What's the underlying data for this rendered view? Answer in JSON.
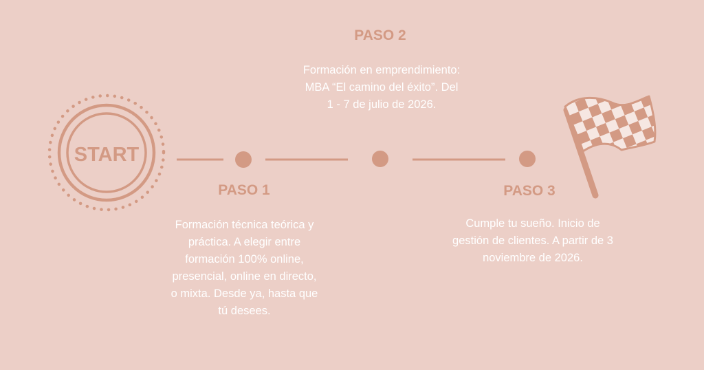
{
  "colors": {
    "background": "#eccfc7",
    "accent": "#d39a84",
    "text": "#ffffff"
  },
  "start": {
    "label": "START"
  },
  "steps": [
    {
      "title": "PASO 1",
      "description": "Formación técnica teórica y práctica. A elegir entre formación 100% online, presencial, online en directo, o mixta. Desde ya, hasta que tú desees."
    },
    {
      "title": "PASO 2",
      "description": "Formación en emprendimiento: MBA “El camino del éxito”. Del 1 - 7 de julio de 2026."
    },
    {
      "title": "PASO 3",
      "description": "Cumple tu sueño. Inicio de gestión de clientes. A partir de 3 noviembre de 2026."
    }
  ],
  "icons": {
    "start": "start-badge-icon",
    "finish": "checkered-flag-icon"
  }
}
